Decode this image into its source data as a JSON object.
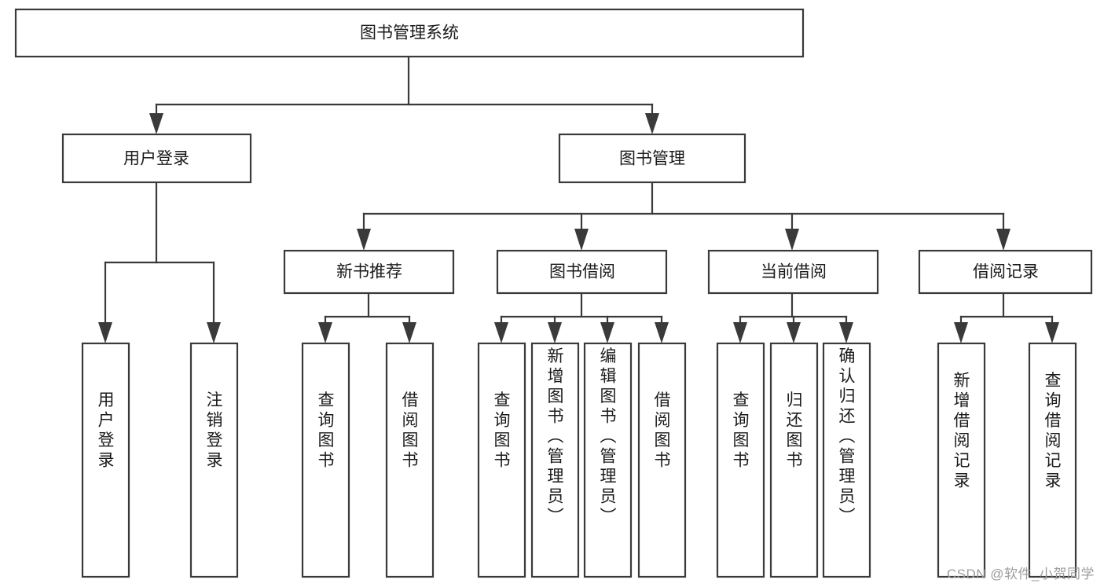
{
  "diagram": {
    "title": "图书管理系统",
    "type": "tree-hierarchy-chart",
    "orientation": "top-down",
    "colors": {
      "background": "#ffffff",
      "box_fill": "#ffffff",
      "box_stroke": "#3a3a3a",
      "connector": "#3a3a3a",
      "text": "#1a1a1a",
      "watermark": "#9d9d9d"
    },
    "root": {
      "id": "root",
      "label": "图书管理系统"
    },
    "level1": [
      {
        "id": "user-login",
        "label": "用户登录"
      },
      {
        "id": "book-management",
        "label": "图书管理"
      }
    ],
    "level2": [
      {
        "id": "new-book-recommend",
        "label": "新书推荐",
        "parent": "book-management"
      },
      {
        "id": "book-borrow",
        "label": "图书借阅",
        "parent": "book-management"
      },
      {
        "id": "current-borrow",
        "label": "当前借阅",
        "parent": "book-management"
      },
      {
        "id": "borrow-record",
        "label": "借阅记录",
        "parent": "book-management"
      }
    ],
    "leaves": [
      {
        "id": "leaf-user-login",
        "label": "用户登录",
        "parent": "user-login"
      },
      {
        "id": "leaf-user-logout",
        "label": "注销登录",
        "parent": "user-login"
      },
      {
        "id": "leaf-query-book-1",
        "label": "查询图书",
        "parent": "new-book-recommend"
      },
      {
        "id": "leaf-borrow-book-1",
        "label": "借阅图书",
        "parent": "new-book-recommend"
      },
      {
        "id": "leaf-query-book-2",
        "label": "查询图书",
        "parent": "book-borrow"
      },
      {
        "id": "leaf-add-book",
        "label": "新增图书（管理员）",
        "parent": "book-borrow"
      },
      {
        "id": "leaf-edit-book",
        "label": "编辑图书（管理员）",
        "parent": "book-borrow"
      },
      {
        "id": "leaf-borrow-book-2",
        "label": "借阅图书",
        "parent": "book-borrow"
      },
      {
        "id": "leaf-query-book-3",
        "label": "查询图书",
        "parent": "current-borrow"
      },
      {
        "id": "leaf-return-book",
        "label": "归还图书",
        "parent": "current-borrow"
      },
      {
        "id": "leaf-confirm-return",
        "label": "确认归还（管理员）",
        "parent": "current-borrow"
      },
      {
        "id": "leaf-add-borrow-record",
        "label": "新增借阅记录",
        "parent": "borrow-record"
      },
      {
        "id": "leaf-query-borrow-record",
        "label": "查询借阅记录",
        "parent": "borrow-record"
      }
    ],
    "watermark": "CSDN @软件_小贺同学"
  }
}
